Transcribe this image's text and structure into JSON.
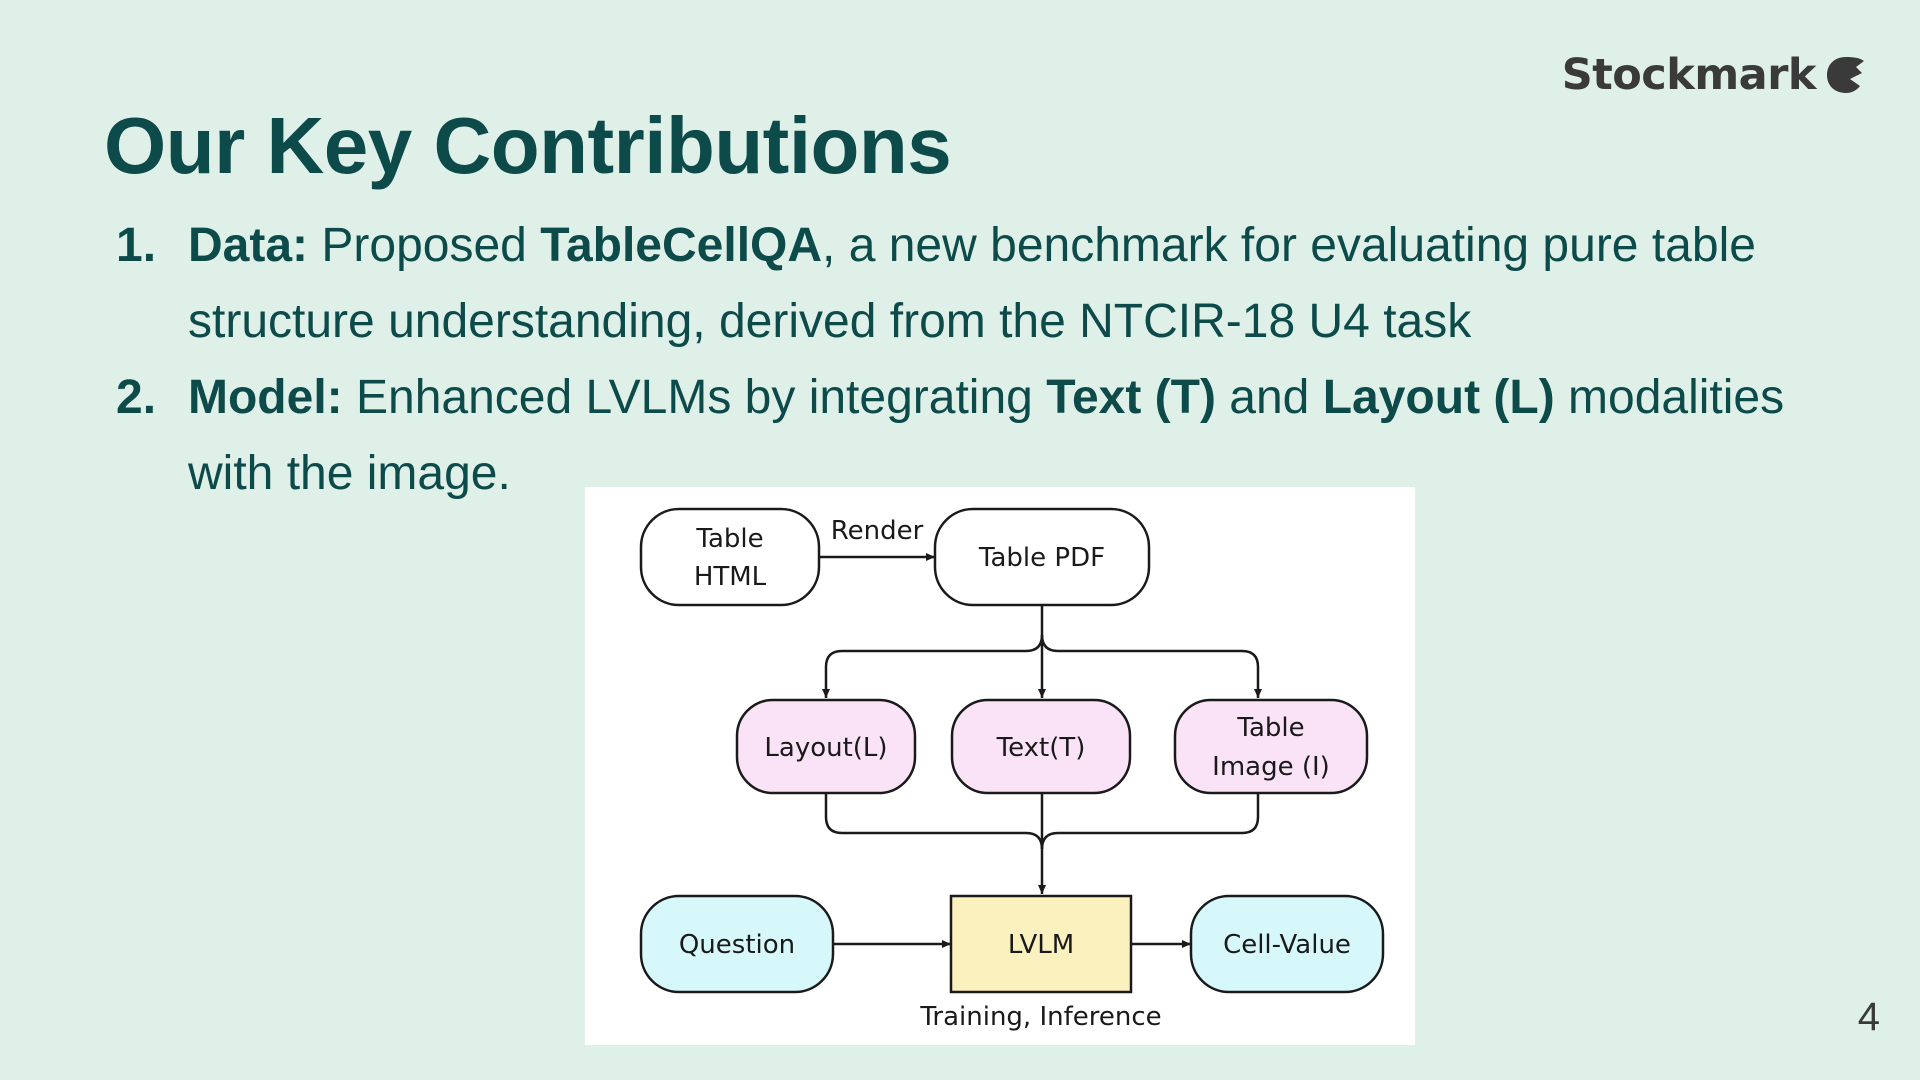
{
  "brand": {
    "name": "Stockmark"
  },
  "slide": {
    "title": "Our Key Contributions",
    "page_number": "4"
  },
  "items": [
    {
      "number": "1.",
      "label": "Data:",
      "text_a": " Proposed ",
      "emph_a": "TableCellQA",
      "text_b": ", a new benchmark for evaluating pure table structure understanding, derived from the NTCIR-18 U4 task"
    },
    {
      "number": "2.",
      "label": "Model:",
      "text_a": " Enhanced LVLMs by integrating ",
      "emph_a": "Text (T)",
      "text_b": " and ",
      "emph_b": "Layout (L)",
      "text_c": " modalities with the image."
    }
  ],
  "diagram": {
    "nodes": {
      "table_html_l1": "Table",
      "table_html_l2": "HTML",
      "render_label": "Render",
      "table_pdf": "Table PDF",
      "layout": "Layout(L)",
      "text": "Text(T)",
      "table_image_l1": "Table",
      "table_image_l2": "Image (I)",
      "question": "Question",
      "lvlm": "LVLM",
      "cell_value": "Cell-Value",
      "caption": "Training, Inference"
    },
    "colors": {
      "white": "#ffffff",
      "pink": "#fbe3f7",
      "cyan": "#d6f8fb",
      "yellow": "#fbf1bf"
    }
  }
}
